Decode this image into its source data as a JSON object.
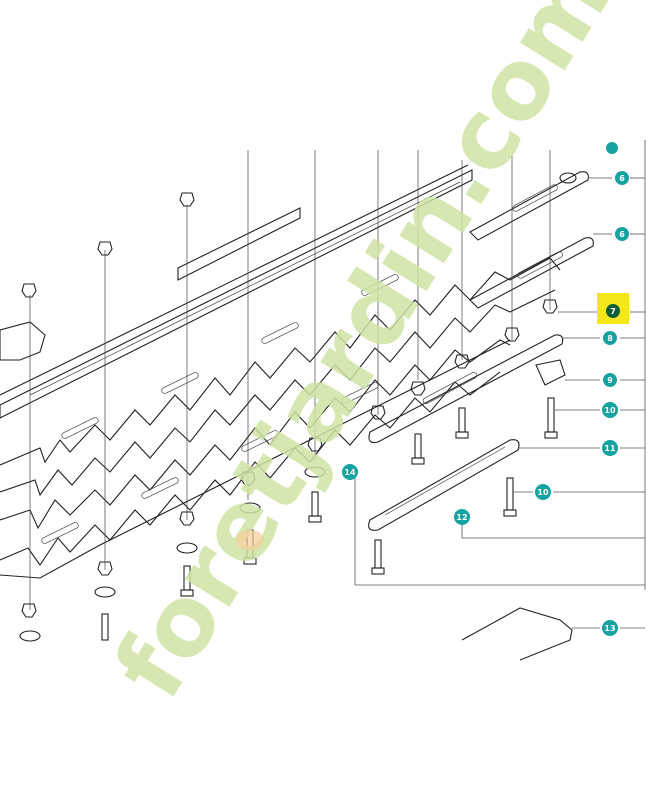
{
  "watermark": {
    "text": "foretjardin.com",
    "colors": {
      "green": "#cfe3a4",
      "orange": "#f6cf9a"
    }
  },
  "callouts": [
    {
      "id": "callout-6a",
      "label": "6"
    },
    {
      "id": "callout-6b",
      "label": "6"
    },
    {
      "id": "callout-7",
      "label": "7",
      "highlighted": true
    },
    {
      "id": "callout-8",
      "label": "8"
    },
    {
      "id": "callout-9",
      "label": "9"
    },
    {
      "id": "callout-10a",
      "label": "10"
    },
    {
      "id": "callout-11",
      "label": "11"
    },
    {
      "id": "callout-10b",
      "label": "10"
    },
    {
      "id": "callout-12",
      "label": "12"
    },
    {
      "id": "callout-13",
      "label": "13"
    },
    {
      "id": "callout-14",
      "label": "14"
    }
  ],
  "colors": {
    "callout_fill": "#17a2a2",
    "highlight": "#f5e81a",
    "highlight_callout": "#0f5d3a",
    "line": "#222222"
  }
}
